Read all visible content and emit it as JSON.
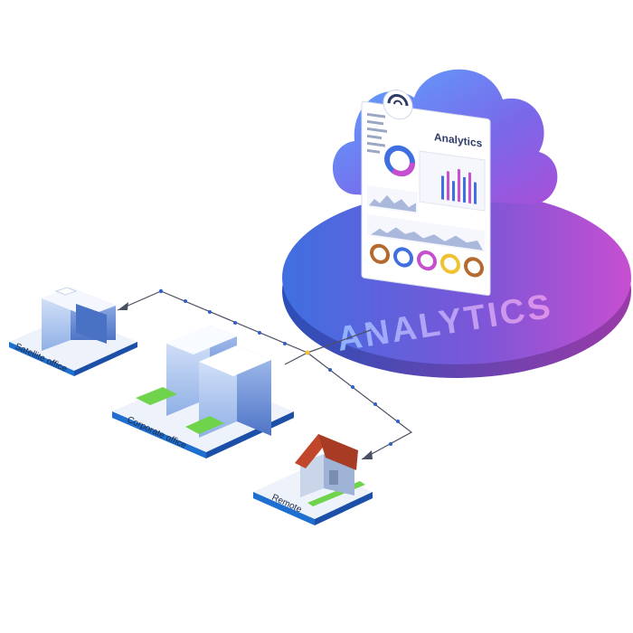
{
  "nodes": {
    "satellite": {
      "label": "Satellite office"
    },
    "corporate": {
      "label": "Corporate office"
    },
    "remote": {
      "label": "Remote"
    }
  },
  "analytics": {
    "platform_label": "ANALYTICS",
    "dashboard_title": "Analytics"
  },
  "colors": {
    "platform_start": "#3f6fe0",
    "platform_end": "#c64fd0",
    "cloud_start": "#5aa9ff",
    "cloud_end": "#9d4fe0",
    "tile_top": "#eef3fb",
    "tile_edge": "#1f6fd1",
    "grass": "#6fd44b",
    "line": "#4a5063",
    "dot": "#2f5fc8"
  },
  "icons": {
    "cloud": "cloud-icon",
    "arrow": "arrow-head-icon"
  }
}
